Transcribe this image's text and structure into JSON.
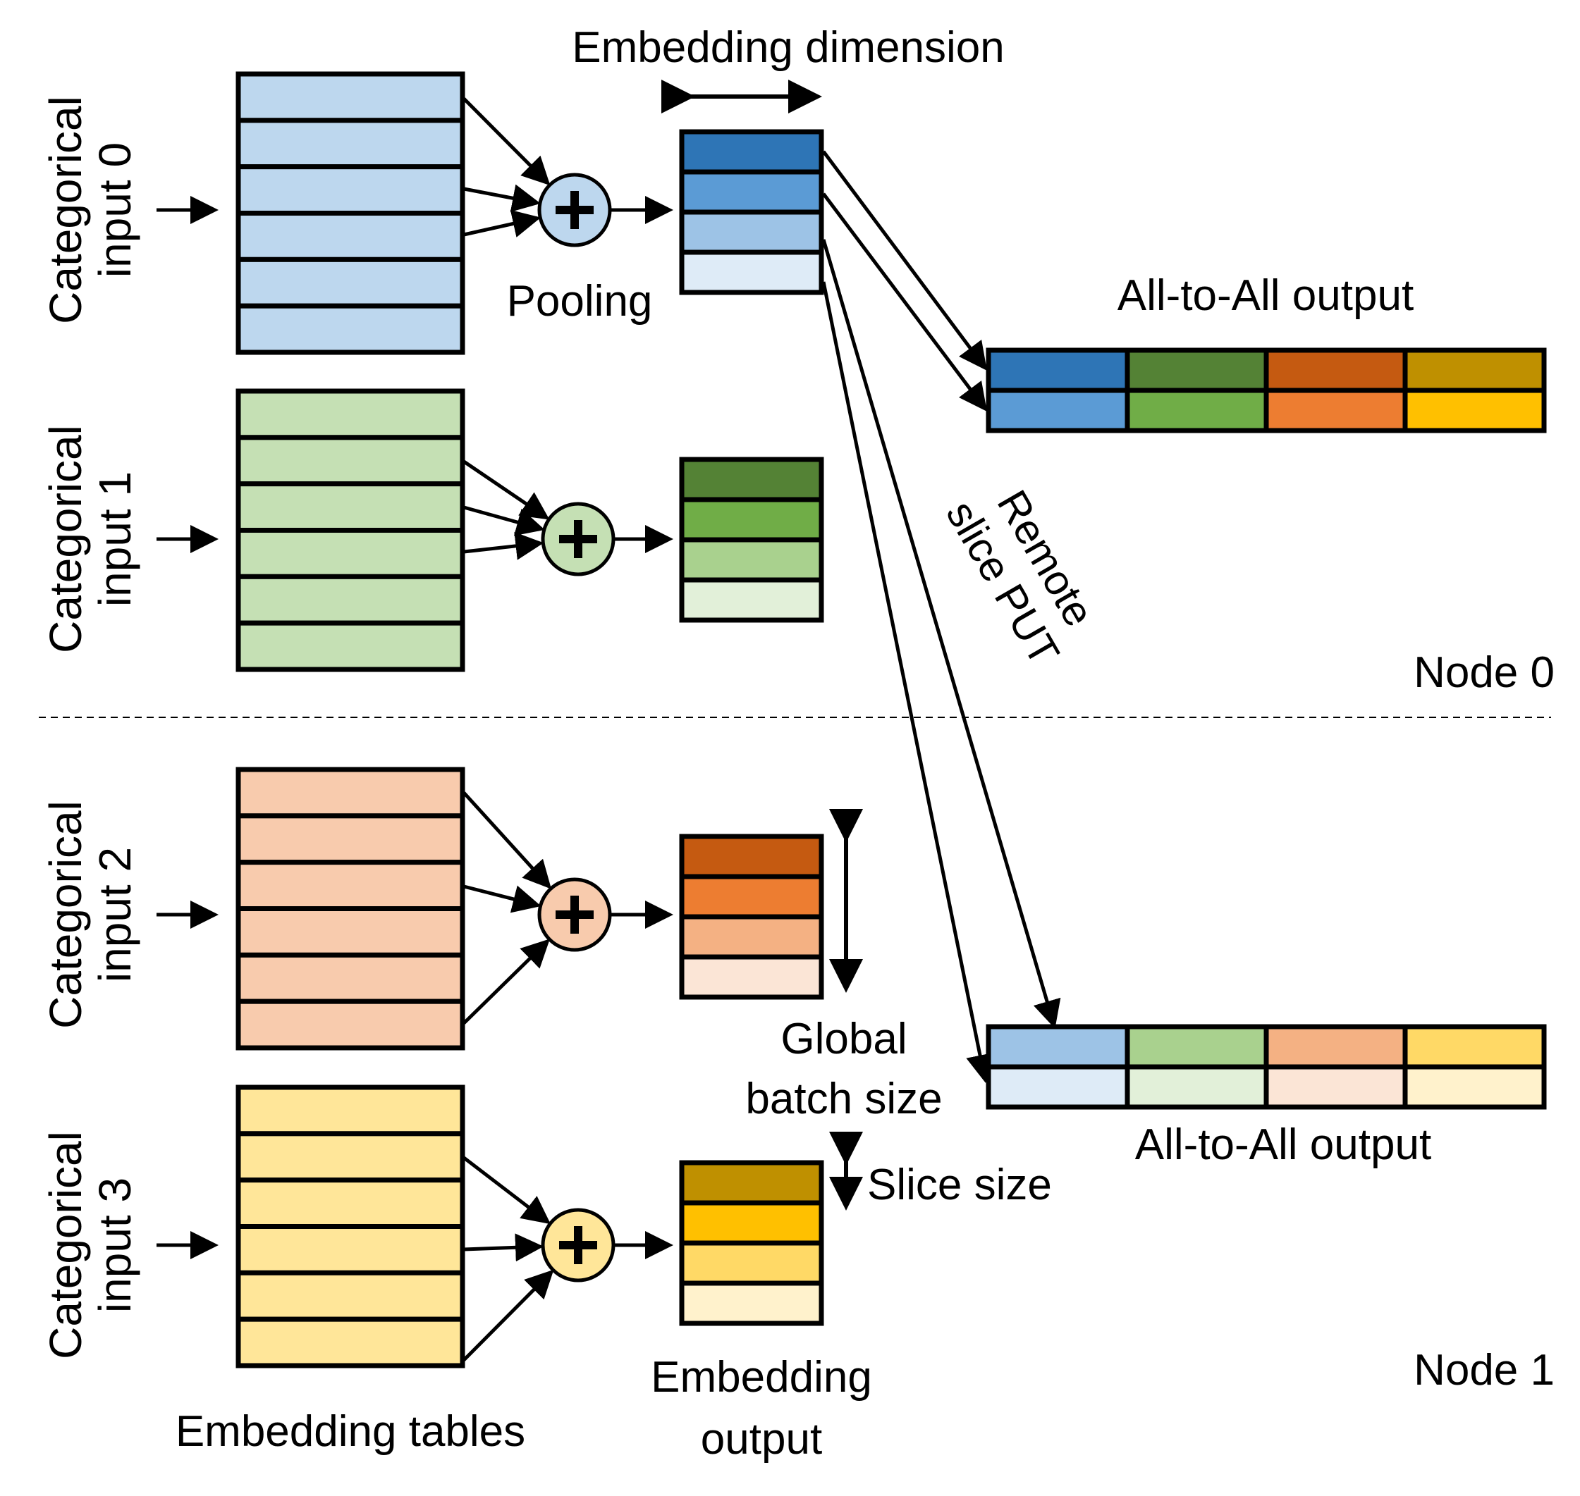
{
  "labels": {
    "embedding_dimension": "Embedding dimension",
    "pooling": "Pooling",
    "all_to_all_top": "All-to-All output",
    "all_to_all_bottom": "All-to-All output",
    "remote_line1": "Remote",
    "remote_line2": "slice PUT",
    "node0": "Node 0",
    "node1": "Node 1",
    "global_line1": "Global",
    "global_line2": "batch size",
    "slice_size": "Slice size",
    "embedding_tables": "Embedding tables",
    "embedding_output_line1": "Embedding",
    "embedding_output_line2": "output",
    "plus_symbol": "+"
  },
  "inputs": [
    {
      "line1": "Categorical",
      "line2": "input 0"
    },
    {
      "line1": "Categorical",
      "line2": "input 1"
    },
    {
      "line1": "Categorical",
      "line2": "input 2"
    },
    {
      "line1": "Categorical",
      "line2": "input 3"
    }
  ],
  "colors": {
    "table": [
      "#bdd7ee",
      "#c5e0b4",
      "#f8cbad",
      "#ffe699"
    ],
    "outputs": [
      [
        "#2e75b6",
        "#5b9bd5",
        "#9dc3e6",
        "#deebf7"
      ],
      [
        "#548235",
        "#70ad47",
        "#a9d18e",
        "#e2f0d9"
      ],
      [
        "#c55a11",
        "#ed7d31",
        "#f4b183",
        "#fbe5d6"
      ],
      [
        "#bf9000",
        "#ffc000",
        "#ffd966",
        "#fff2cc"
      ]
    ]
  }
}
